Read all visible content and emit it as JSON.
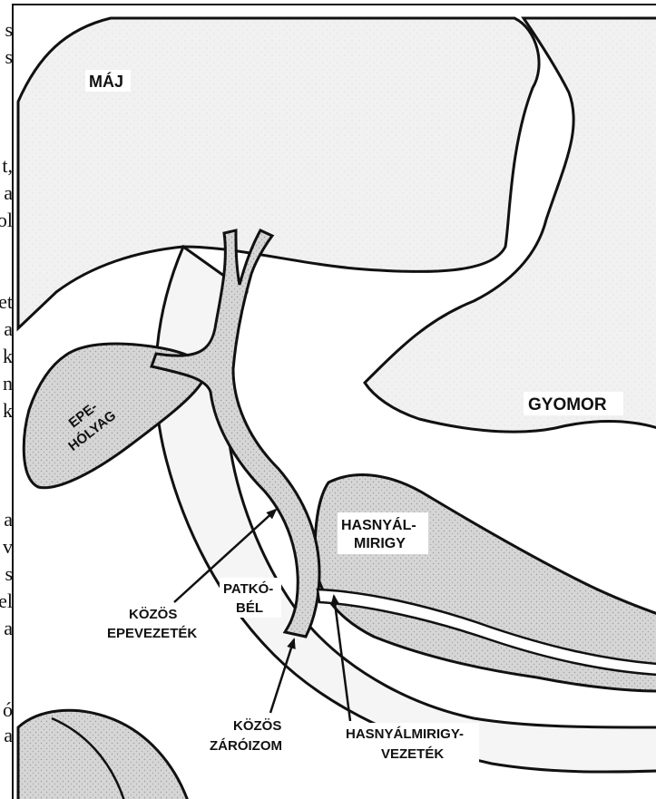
{
  "side_text_fragments": [
    "s",
    "s",
    "t,",
    "a",
    "ol",
    "et",
    "a",
    "k",
    "n",
    "k",
    "a",
    "v",
    "s",
    "el",
    "a",
    "ó",
    "a"
  ],
  "colors": {
    "background": "#ffffff",
    "organ_fill": "#ececec",
    "duct_fill": "#d3d3d3",
    "outline": "#111111"
  },
  "labels": {
    "liver": "MÁJ",
    "stomach": "GYOMOR",
    "gallbladder_line1": "EPE-",
    "gallbladder_line2": "HÓLYAG",
    "pancreas_line1": "HASNYÁL-",
    "pancreas_line2": "MIRIGY",
    "duodenum_line1": "PATKÓ-",
    "duodenum_line2": "BÉL",
    "common_bile_duct_line1": "KÖZÖS",
    "common_bile_duct_line2": "EPEVEZETÉK",
    "sphincter_line1": "KÖZÖS",
    "sphincter_line2": "ZÁRÓIZOM",
    "pancreatic_duct_line1": "HASNYÁLMIRIGY-",
    "pancreatic_duct_line2": "VEZETÉK"
  }
}
